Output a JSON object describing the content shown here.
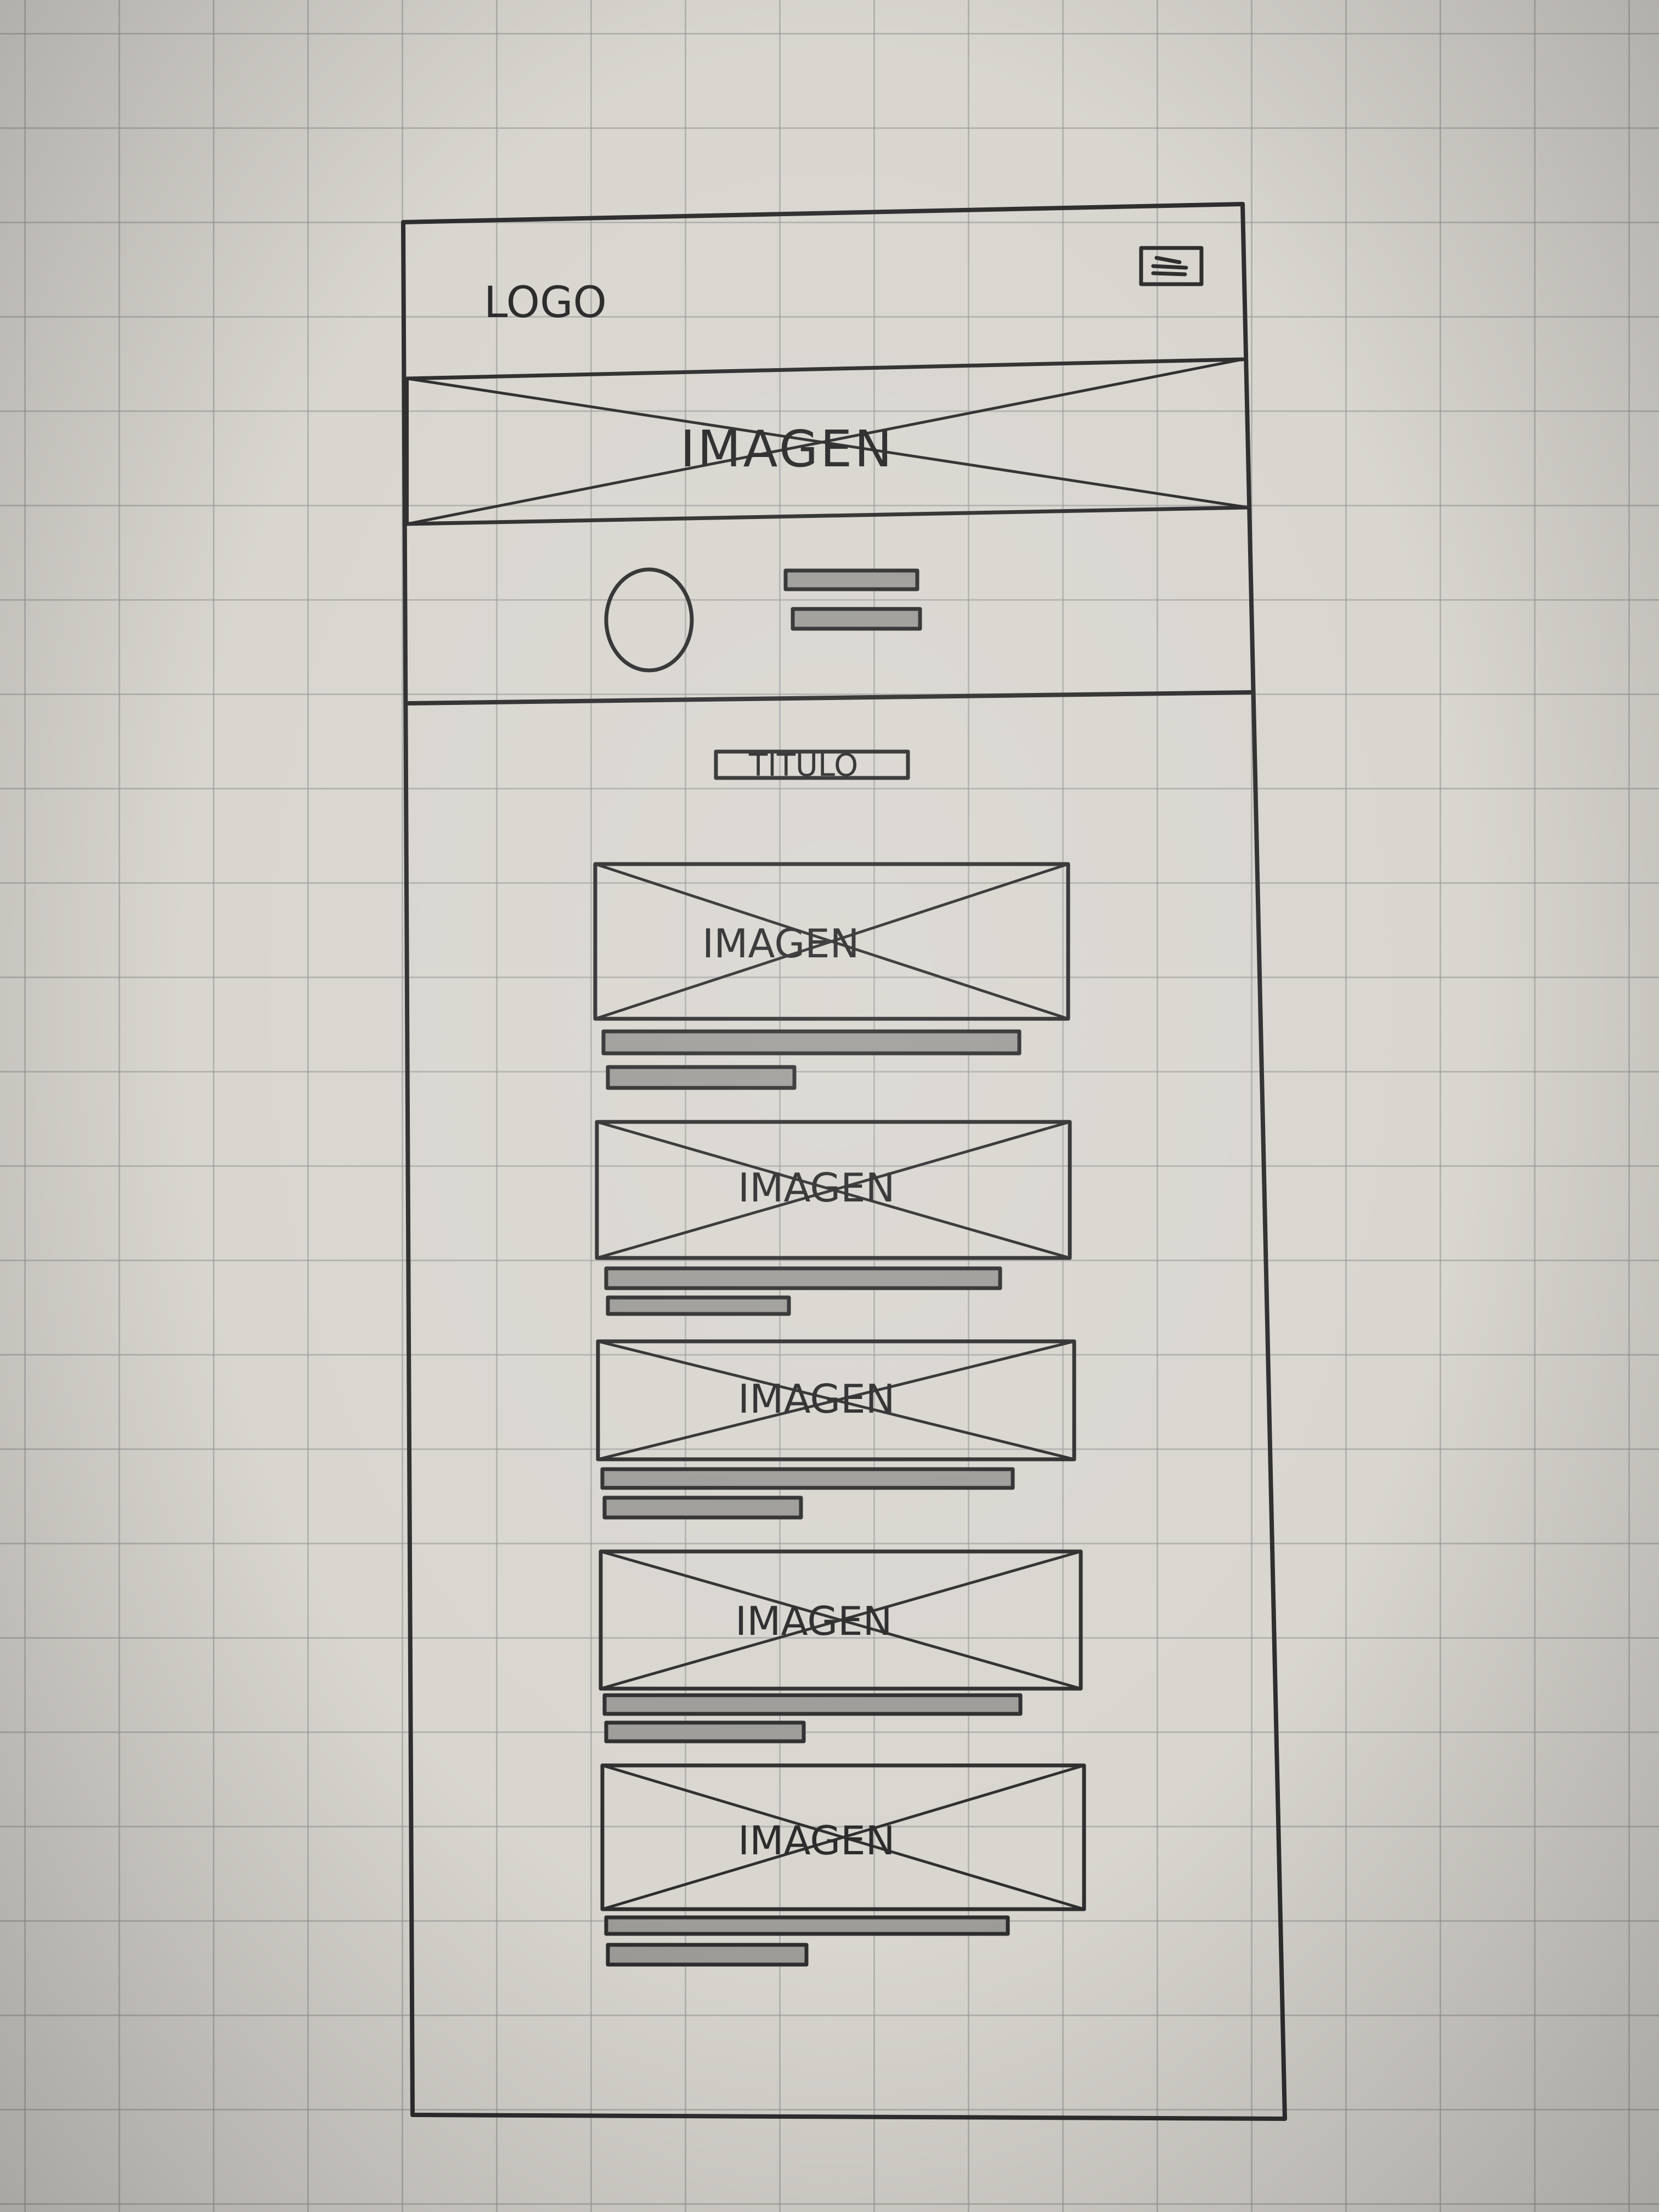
{
  "header": {
    "logo_text": "LOGO",
    "menu_icon": "menu-icon"
  },
  "hero": {
    "image_label": "IMAGEN"
  },
  "profile": {
    "avatar": "avatar-circle-placeholder"
  },
  "section": {
    "title_label": "TITULO"
  },
  "cards": [
    {
      "image_label": "IMAGEN"
    },
    {
      "image_label": "IMAGEN"
    },
    {
      "image_label": "IMAGEN"
    },
    {
      "image_label": "IMAGEN"
    },
    {
      "image_label": "IMAGEN"
    }
  ],
  "colors": {
    "paper": "#d9d6d0",
    "ink": "#2e2e2e",
    "grid": "#969696"
  }
}
